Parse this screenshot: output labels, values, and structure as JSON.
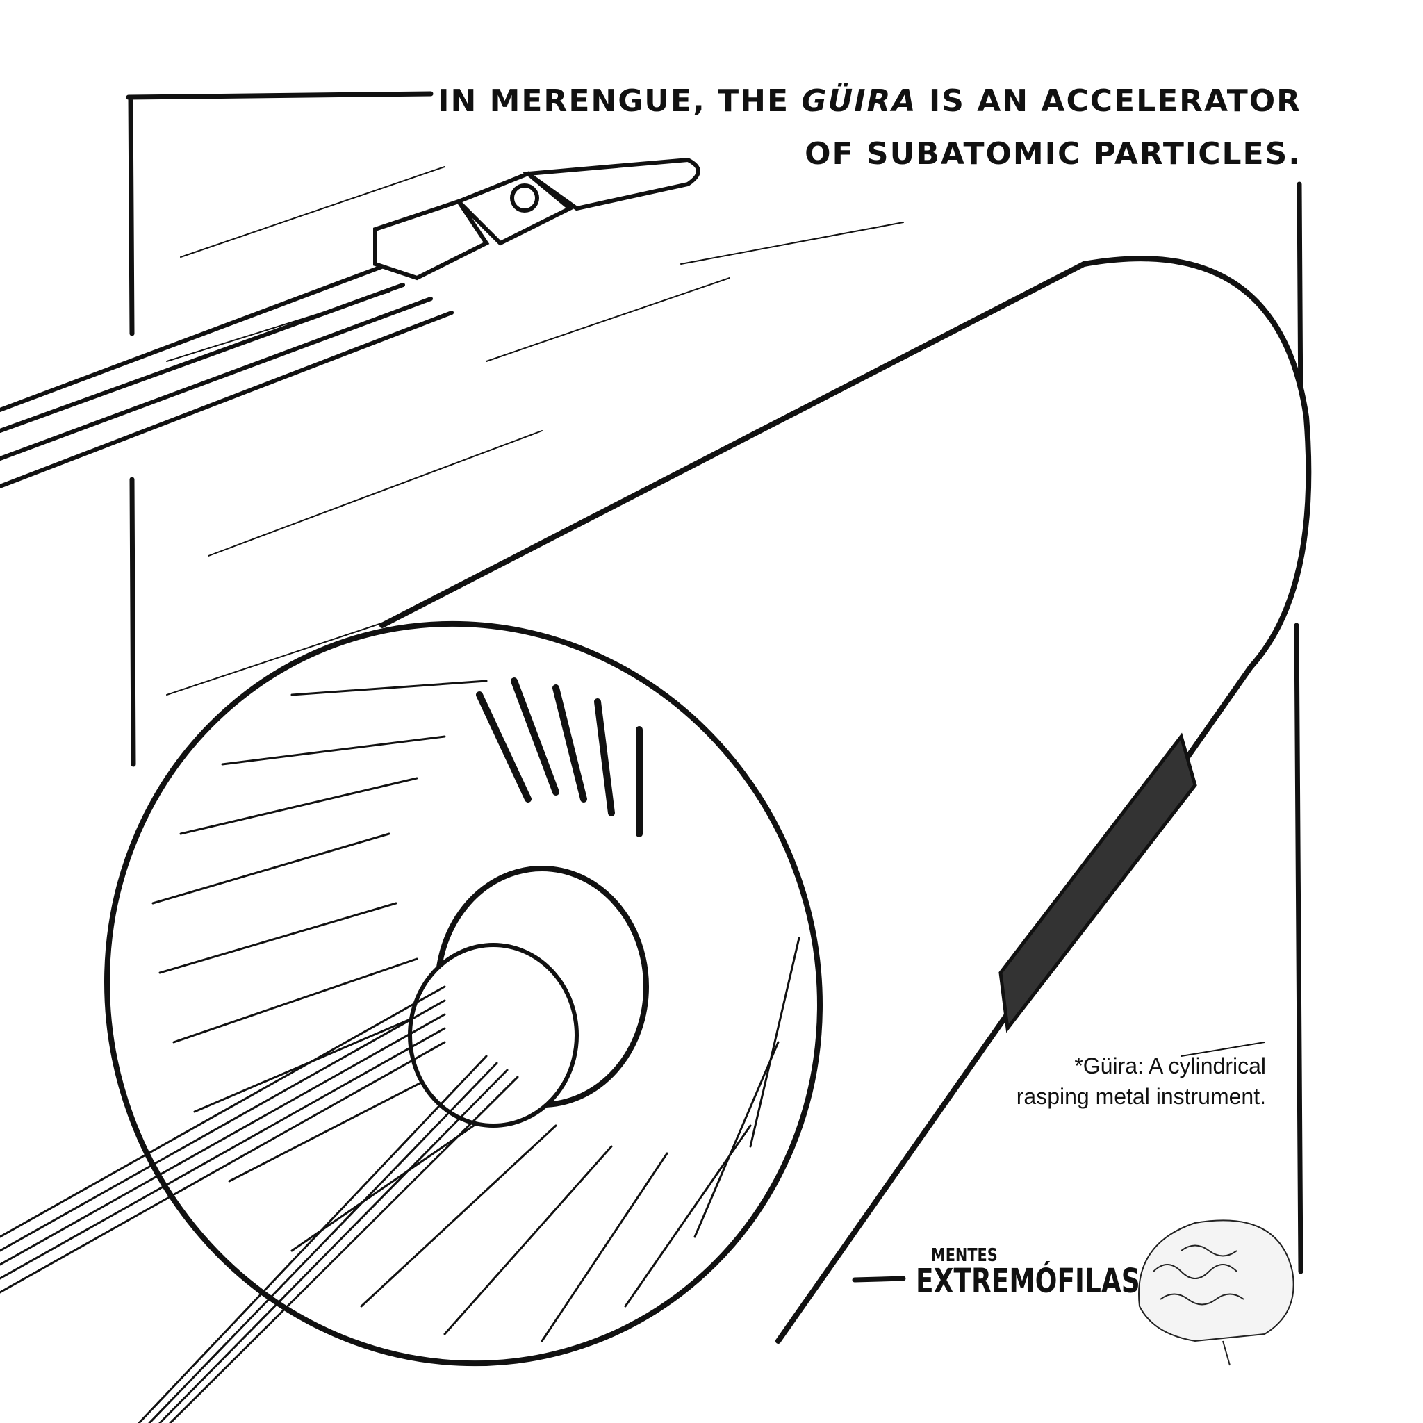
{
  "title": {
    "prefix": "In merengue, the ",
    "emphasis": "Güira",
    "suffix": " is an accelerator",
    "line2": "of subatomic particles."
  },
  "footnote": {
    "line1": "*Güira: A cylindrical",
    "line2": "rasping metal instrument."
  },
  "logo": {
    "line1": "MENTES",
    "line2": "EXTREMÓFILAS"
  }
}
